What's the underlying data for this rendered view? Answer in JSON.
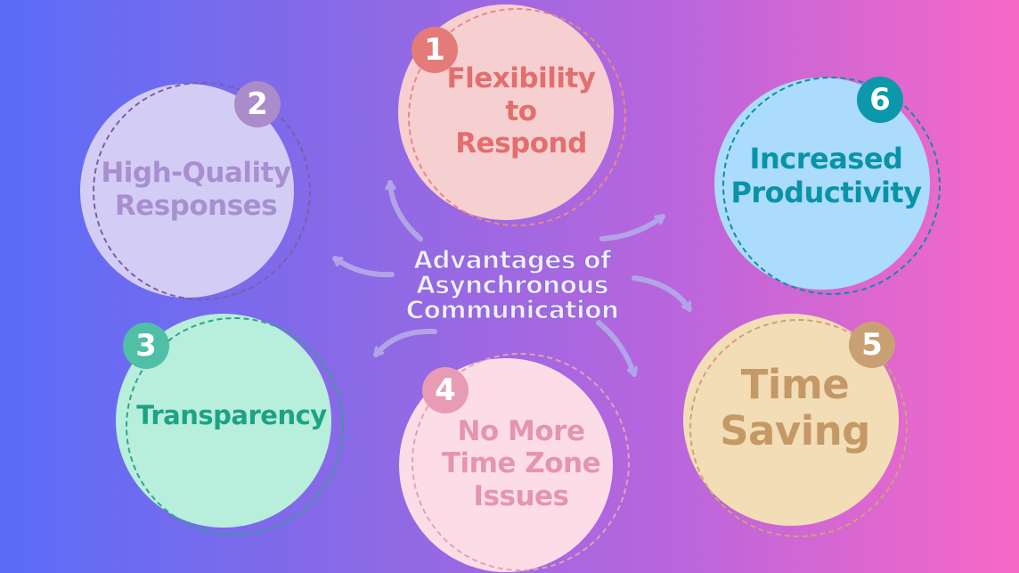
{
  "center_title": {
    "line1": "Advantages of",
    "line2": "Asynchronous",
    "line3": "Communication"
  },
  "nodes": [
    {
      "number": "1",
      "label": "Flexibility\nto\nRespond",
      "fill": "#f6cfd0",
      "text_color": "#e36e6e",
      "badge_color": "#e57b78",
      "ring_color": "#e58a86"
    },
    {
      "number": "2",
      "label": "High-Quality\nResponses",
      "fill": "#d3cdf6",
      "text_color": "#a88fd0",
      "badge_color": "#a98cc9",
      "ring_color": "#7a5fa8"
    },
    {
      "number": "3",
      "label": "Transparency",
      "fill": "#b8eedc",
      "text_color": "#1ea286",
      "badge_color": "#4fbfa6",
      "ring_color": "#2ea487"
    },
    {
      "number": "4",
      "label": "No More\nTime Zone\nIssues",
      "fill": "#fcdde7",
      "text_color": "#e495b0",
      "badge_color": "#e79bb4",
      "ring_color": "#e6a0b6"
    },
    {
      "number": "5",
      "label": "Time\nSaving",
      "fill": "#f3ddb6",
      "text_color": "#c59966",
      "badge_color": "#c9a074",
      "ring_color": "#caa478"
    },
    {
      "number": "6",
      "label": "Increased\nProductivity",
      "fill": "#abdcfb",
      "text_color": "#0a93a8",
      "badge_color": "#0b98aa",
      "ring_color": "#0b8ea2"
    }
  ],
  "arrow_color": "#b2a4e6"
}
